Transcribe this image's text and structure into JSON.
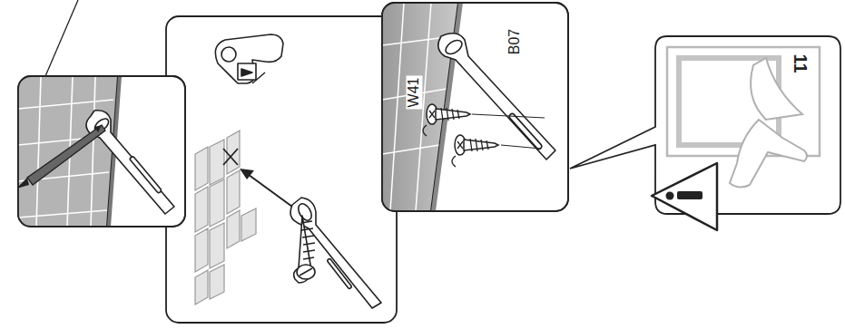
{
  "diagram": {
    "labels": [
      "W41",
      "B07",
      "11"
    ]
  }
}
